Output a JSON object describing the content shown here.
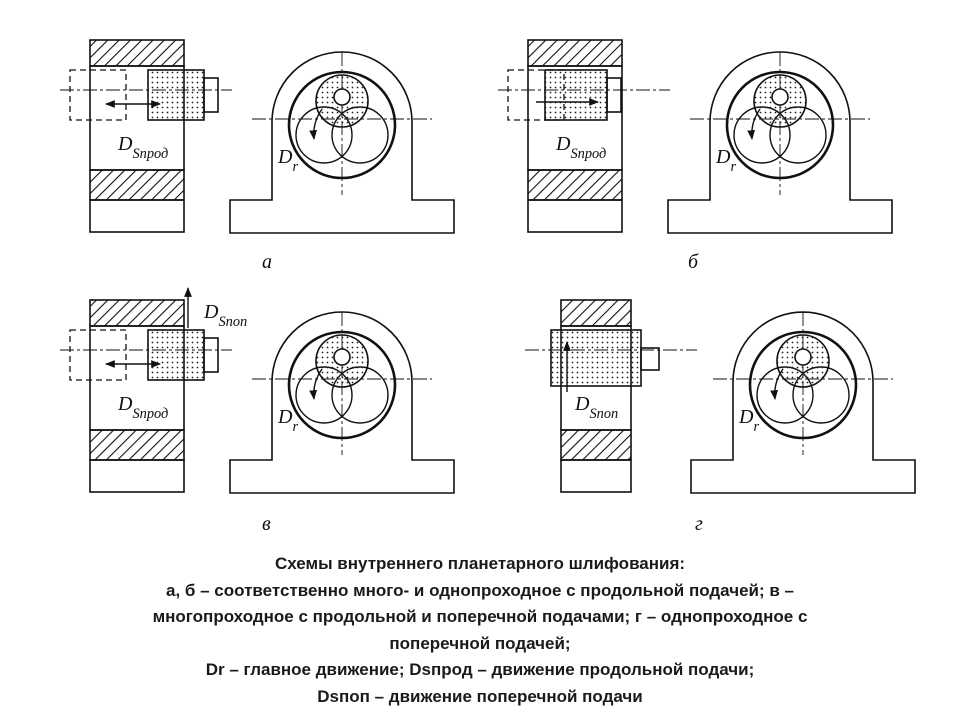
{
  "panels": [
    {
      "id": "a",
      "letter": "а",
      "feed_label": "D",
      "feed_sub": "Sпрод",
      "rot_label": "D",
      "rot_sub": "r"
    },
    {
      "id": "b",
      "letter": "б",
      "feed_label": "D",
      "feed_sub": "Sпрод",
      "rot_label": "D",
      "rot_sub": "r"
    },
    {
      "id": "v",
      "letter": "в",
      "feed_label": "D",
      "feed_sub": "Sпрод",
      "feed2_label": "D",
      "feed2_sub": "Sпоп",
      "rot_label": "D",
      "rot_sub": "r"
    },
    {
      "id": "g",
      "letter": "г",
      "feed_label": "D",
      "feed_sub": "Sпоп",
      "rot_label": "D",
      "rot_sub": "r"
    }
  ],
  "caption": {
    "line1": "Схемы внутреннего планетарного шлифования:",
    "line2": "а, б – соответственно много- и однопроходное с продольной подачей; в –",
    "line3": "многопроходное с продольной и поперечной подачами; г – однопроходное с",
    "line4": "поперечной подачей;",
    "line5": "Dr – главное движение; Dsпрод – движение продольной подачи;",
    "line6": "Dsпоп – движение поперечной подачи"
  }
}
